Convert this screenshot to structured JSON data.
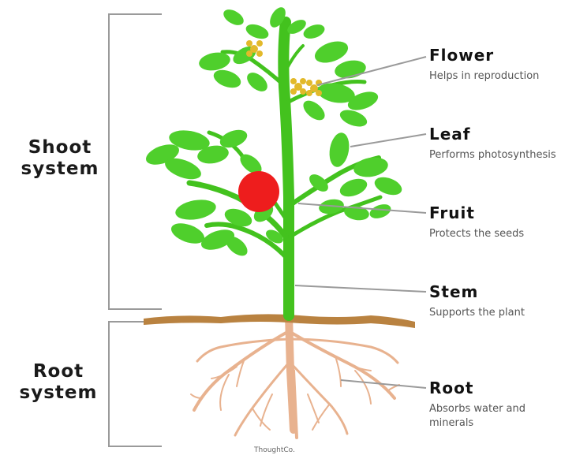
{
  "systems": {
    "shoot": "Shoot\nsystem",
    "root": "Root\nsystem"
  },
  "parts": [
    {
      "name": "Flower",
      "description": "Helps in reproduction"
    },
    {
      "name": "Leaf",
      "description": "Performs photosynthesis"
    },
    {
      "name": "Fruit",
      "description": "Protects the seeds"
    },
    {
      "name": "Stem",
      "description": "Supports the plant"
    },
    {
      "name": "Root",
      "description": "Absorbs water and minerals"
    }
  ],
  "watermark": "ThoughtCo.",
  "colors": {
    "leaf": "#4fcf2c",
    "stem": "#43c21e",
    "fruit": "#ee1d1d",
    "flower": "#e2b92a",
    "soil": "#b98240",
    "root": "#e8b28f"
  }
}
